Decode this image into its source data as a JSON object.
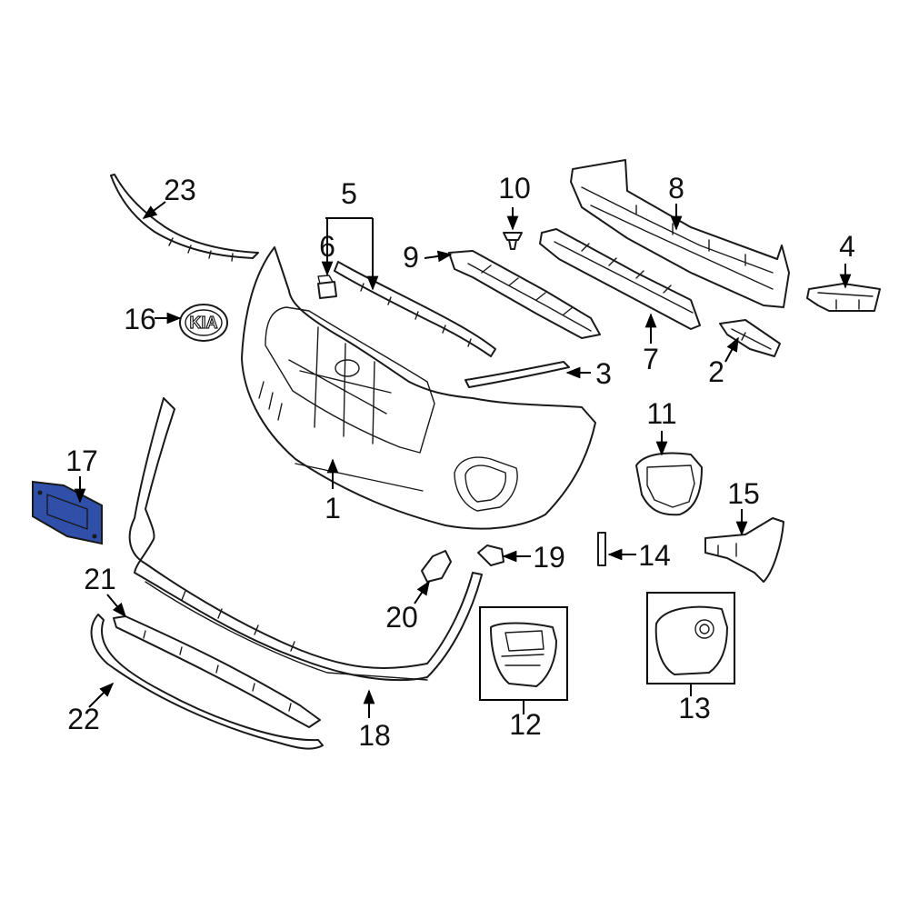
{
  "diagram": {
    "highlight_color": "#2f4fa8",
    "line_color": "#1a1a1a",
    "background": "#ffffff",
    "highlighted_part": "17",
    "emblem_text": "KIA",
    "callouts": [
      "1",
      "2",
      "3",
      "4",
      "5",
      "6",
      "7",
      "8",
      "9",
      "10",
      "11",
      "12",
      "13",
      "14",
      "15",
      "16",
      "17",
      "18",
      "19",
      "20",
      "21",
      "22",
      "23"
    ]
  }
}
